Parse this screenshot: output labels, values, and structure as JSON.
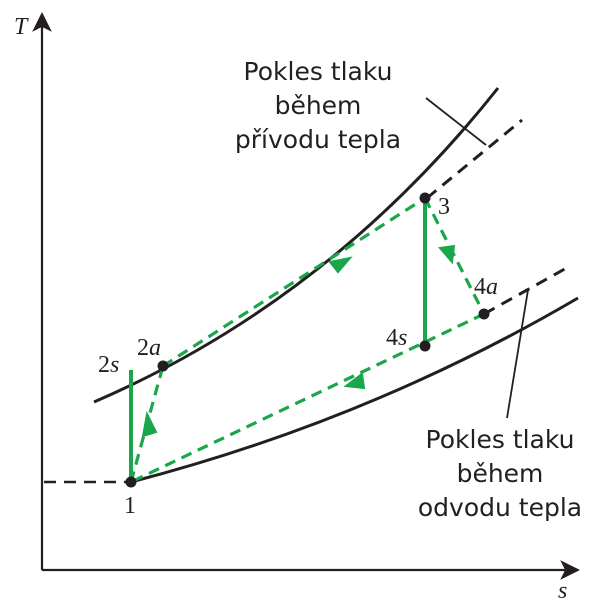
{
  "axes": {
    "y_label": "T",
    "x_label": "s"
  },
  "points": {
    "p1": "1",
    "p2s_num": "2",
    "p2s_sub": "s",
    "p2a_num": "2",
    "p2a_sub": "a",
    "p3": "3",
    "p4s_num": "4",
    "p4s_sub": "s",
    "p4a_num": "4",
    "p4a_sub": "a"
  },
  "annotations": {
    "heat_addition": [
      "Pokles tlaku",
      "během",
      "přívodu tepla"
    ],
    "heat_rejection": [
      "Pokles tlaku",
      "během",
      "odvodu tepla"
    ]
  },
  "colors": {
    "cycle": "#1aa64a",
    "isobar": "#231f20"
  }
}
